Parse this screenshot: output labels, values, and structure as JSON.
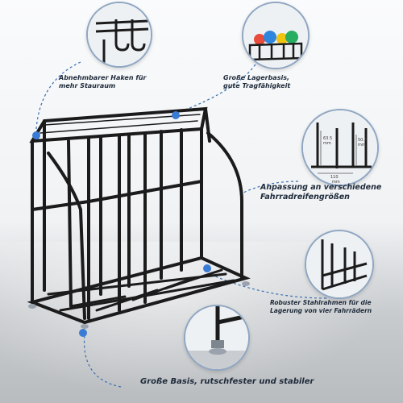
{
  "features": {
    "hook": {
      "line1": "Abnehmbarer Haken für",
      "line2": "mehr Stauraum"
    },
    "storage": {
      "line1": "Große Lagerbasis,",
      "line2": "gute Tragfähigkeit"
    },
    "tire_size": {
      "line1": "Anpassung an verschiedene",
      "line2": "Fahrradreifengrößen"
    },
    "frame": {
      "line1": "Robuster Stahlrahmen für die",
      "line2": "Lagerung von vier Fahrrädern"
    },
    "base": {
      "text": "Große Basis, rutschfester und stabiler"
    }
  },
  "dimensions": {
    "height_a": "63.5",
    "height_b": "50.5",
    "width": "110",
    "unit": "mm"
  },
  "colors": {
    "accent_dot": "#3a7bd5",
    "rack": "#1b1b1b",
    "callout_line": "#3a6fb0"
  }
}
